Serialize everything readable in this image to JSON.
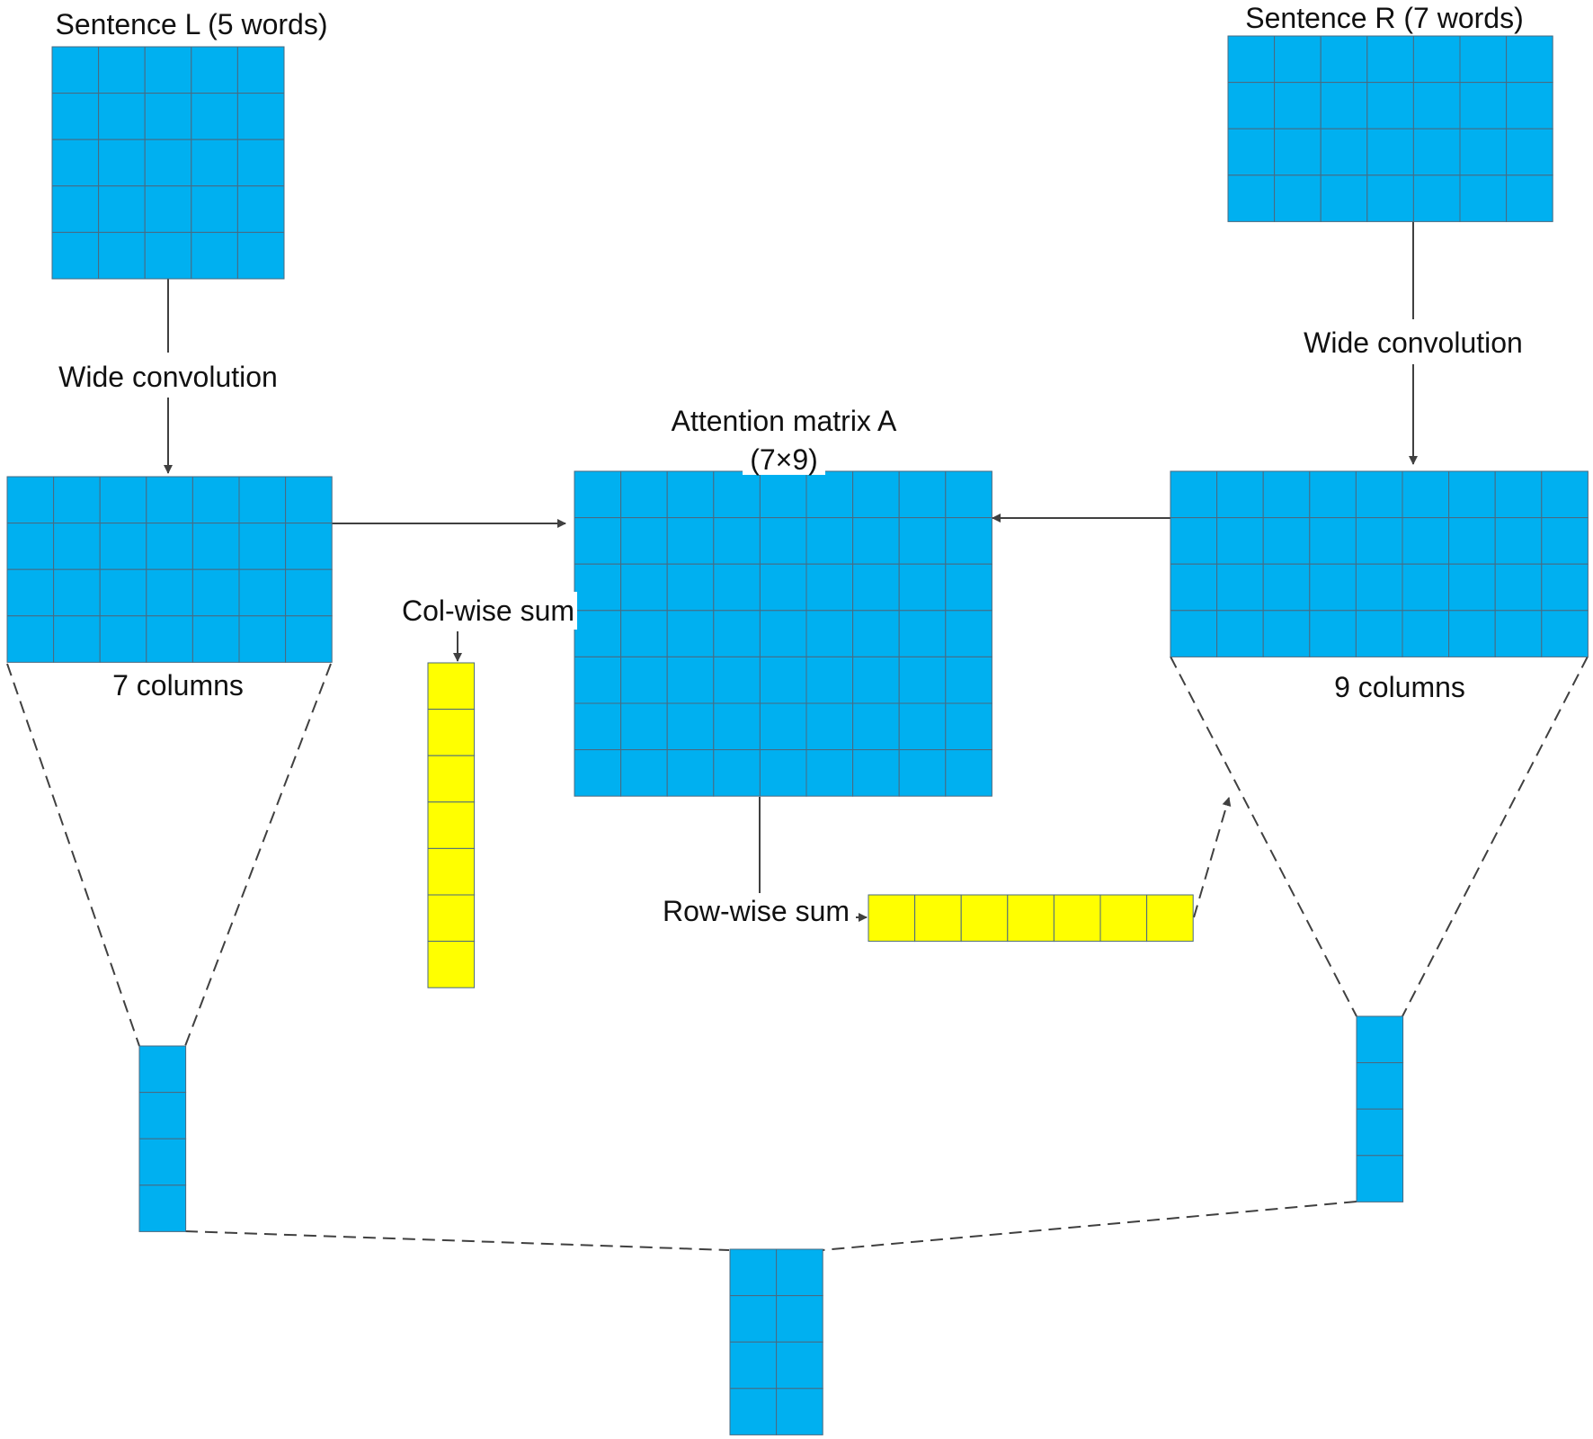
{
  "labels": {
    "sentence_l": "Sentence L (5 words)",
    "sentence_r": "Sentence R (7 words)",
    "wide_conv_left": "Wide convolution",
    "wide_conv_right": "Wide convolution",
    "attention_title": "Attention matrix A",
    "attention_dims": "(7×9)",
    "col_wise_sum": "Col-wise sum",
    "row_wise_sum": "Row-wise sum",
    "left_columns": "7 columns",
    "right_columns": "9 columns"
  },
  "colors": {
    "cell_blue": "#00b0f0",
    "cell_yellow": "#ffff00",
    "grid_line": "#4a6a80",
    "arrow": "#404040"
  }
}
